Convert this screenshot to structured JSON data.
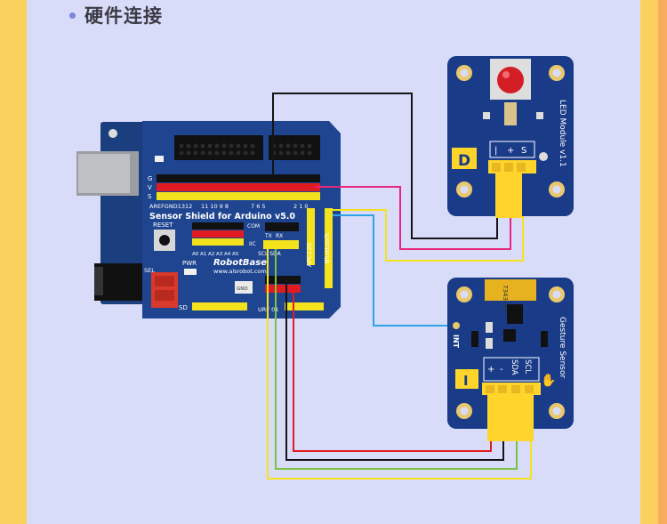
{
  "heading": {
    "title": "硬件连接"
  },
  "shield": {
    "name": "Sensor Shield for Arduino v5.0",
    "reset": "RESET",
    "pwr": "PWR",
    "com": "COM",
    "iic": "IIC",
    "tx": "TX",
    "rx": "RX",
    "scl_sda": "SCL SDA",
    "apc": "APC220",
    "bluetooth": "Bluetooth",
    "urf": "URF 01",
    "sd": "SD",
    "sel": "SEL",
    "gnd": "GND",
    "aref_row": "AREFGND1312",
    "d_row": "11 10 9 8",
    "d_row2": "7 6 5",
    "d_row3": "2 1 0",
    "analog": "A0 A1 A2 A3 A4 A5",
    "brand": "RobotBase",
    "site": "www.alsrobot.com",
    "g": "G",
    "v": "V",
    "s": "S"
  },
  "led_module": {
    "name": "LED Module v1.1",
    "pins": [
      "|",
      "+",
      "S"
    ],
    "logo": "D"
  },
  "gesture_module": {
    "name": "Gesture Sensor",
    "pins": [
      "+",
      "-",
      "SDA",
      "SCL"
    ],
    "int": "INT",
    "logo": "I",
    "chip": "7343-40"
  },
  "colors": {
    "board": "#1c3d8a",
    "module": "#1a3c88",
    "connector": "#ffd52b",
    "wire_black": "#141414",
    "wire_magenta": "#e8267e",
    "wire_yellow": "#f4e21c",
    "wire_blue": "#2ea4e8",
    "wire_red": "#e11b22",
    "wire_green": "#7bc242"
  }
}
